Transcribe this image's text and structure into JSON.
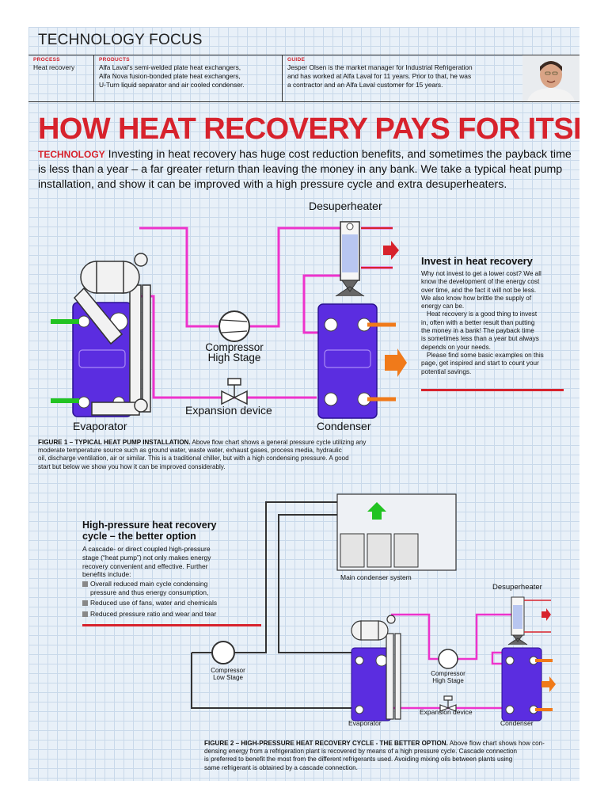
{
  "header": {
    "section": "TECHNOLOGY FOCUS",
    "process_label": "PROCESS",
    "process_value": "Heat recovery",
    "products_label": "PRODUCTS",
    "products_lines": [
      "Alfa Laval’s semi-welded plate heat exchangers,",
      "Alfa Nova fusion-bonded plate heat exchangers,",
      "U-Turn liquid separator and air cooled condenser."
    ],
    "guide_label": "GUIDE",
    "guide_lines": [
      "Jesper Olsen is the market manager for Industrial Refrigeration",
      "and has worked at Alfa Laval for 11 years. Prior to that, he was",
      "a contractor and an Alfa Laval customer for 15 years."
    ]
  },
  "headline": "HOW HEAT RECOVERY PAYS FOR ITSELF",
  "intro_tag": "TECHNOLOGY",
  "intro_text": "Investing in heat recovery has huge cost reduction benefits, and sometimes the payback time is less than a year – a far greater return than leaving the money in any bank. We take a typical heat pump installation, and show it can be improved with a high pressure cycle and extra desuperheaters.",
  "figure1": {
    "desuperheater": "Desuperheater",
    "compressor_line1": "Compressor",
    "compressor_line2": "High Stage",
    "expansion": "Expansion device",
    "evaporator": "Evaporator",
    "condenser": "Condenser",
    "caption_bold": "FIGURE 1 – TYPICAL HEAT PUMP INSTALLATION.",
    "caption_lines": [
      " Above flow chart shows a general pressure cycle utilizing any",
      "moderate temperature source such as ground water, waste water, exhaust gases, process media, hydraulic",
      "oil, discharge ventilation, air or similar. This is a traditional chiller, but with a high condensing pressure. A good",
      "start but below we show you how it can be improved considerably."
    ]
  },
  "sidebar": {
    "title": "Invest in heat recovery",
    "lines": [
      "Why not invest to get a lower cost? We all",
      "know the development of the energy cost",
      "over time, and the fact it will not be less.",
      "We also know how brittle the supply of",
      "energy can be.",
      "   Heat recovery is a good thing to invest",
      "in, often with a better result than putting",
      "the money in a bank! The payback time",
      "is sometimes less than a year but always",
      "depends on your needs.",
      "   Please find some basic examples on this",
      "page, get inspired and start to count your",
      "potential savings."
    ]
  },
  "hp_section": {
    "title_lines": [
      "High-pressure heat recovery",
      "cycle – the better option"
    ],
    "body_lines": [
      "A cascade- or direct coupled high-pressure",
      "stage (“heat pump”) not only makes energy",
      "recovery convenient and effective. Further",
      "benefits include:"
    ],
    "bullets": [
      [
        "Overall reduced main cycle condensing",
        "pressure and thus energy consumption,"
      ],
      [
        "Reduced use of fans, water and chemicals"
      ],
      [
        "Reduced pressure ratio and wear and tear"
      ]
    ]
  },
  "figure2": {
    "main_condenser": "Main condenser system",
    "desuperheater": "Desuperheater",
    "comp_low_1": "Compressor",
    "comp_low_2": "Low Stage",
    "comp_high_1": "Compressor",
    "comp_high_2": "High Stage",
    "expansion": "Expansion device",
    "evaporator": "Evaporator",
    "condenser": "Condenser",
    "caption_bold": "FIGURE 2 – HIGH-PRESSURE HEAT RECOVERY CYCLE - THE BETTER OPTION.",
    "caption_lines": [
      " Above flow chart shows how con-",
      "densing energy from a refrigeration plant is recovered by means of a high pressure cycle. Cascade connection",
      "is preferred to benefit the most from the different refrigerants used. Avoiding mixing oils between plants using",
      "same refrigerant is obtained by a cascade connection."
    ]
  },
  "colors": {
    "accent": "#d7222c",
    "pipe": "#ee33cc",
    "exchanger": "#5b2de0",
    "green": "#22c322",
    "orange": "#f07a1a"
  }
}
